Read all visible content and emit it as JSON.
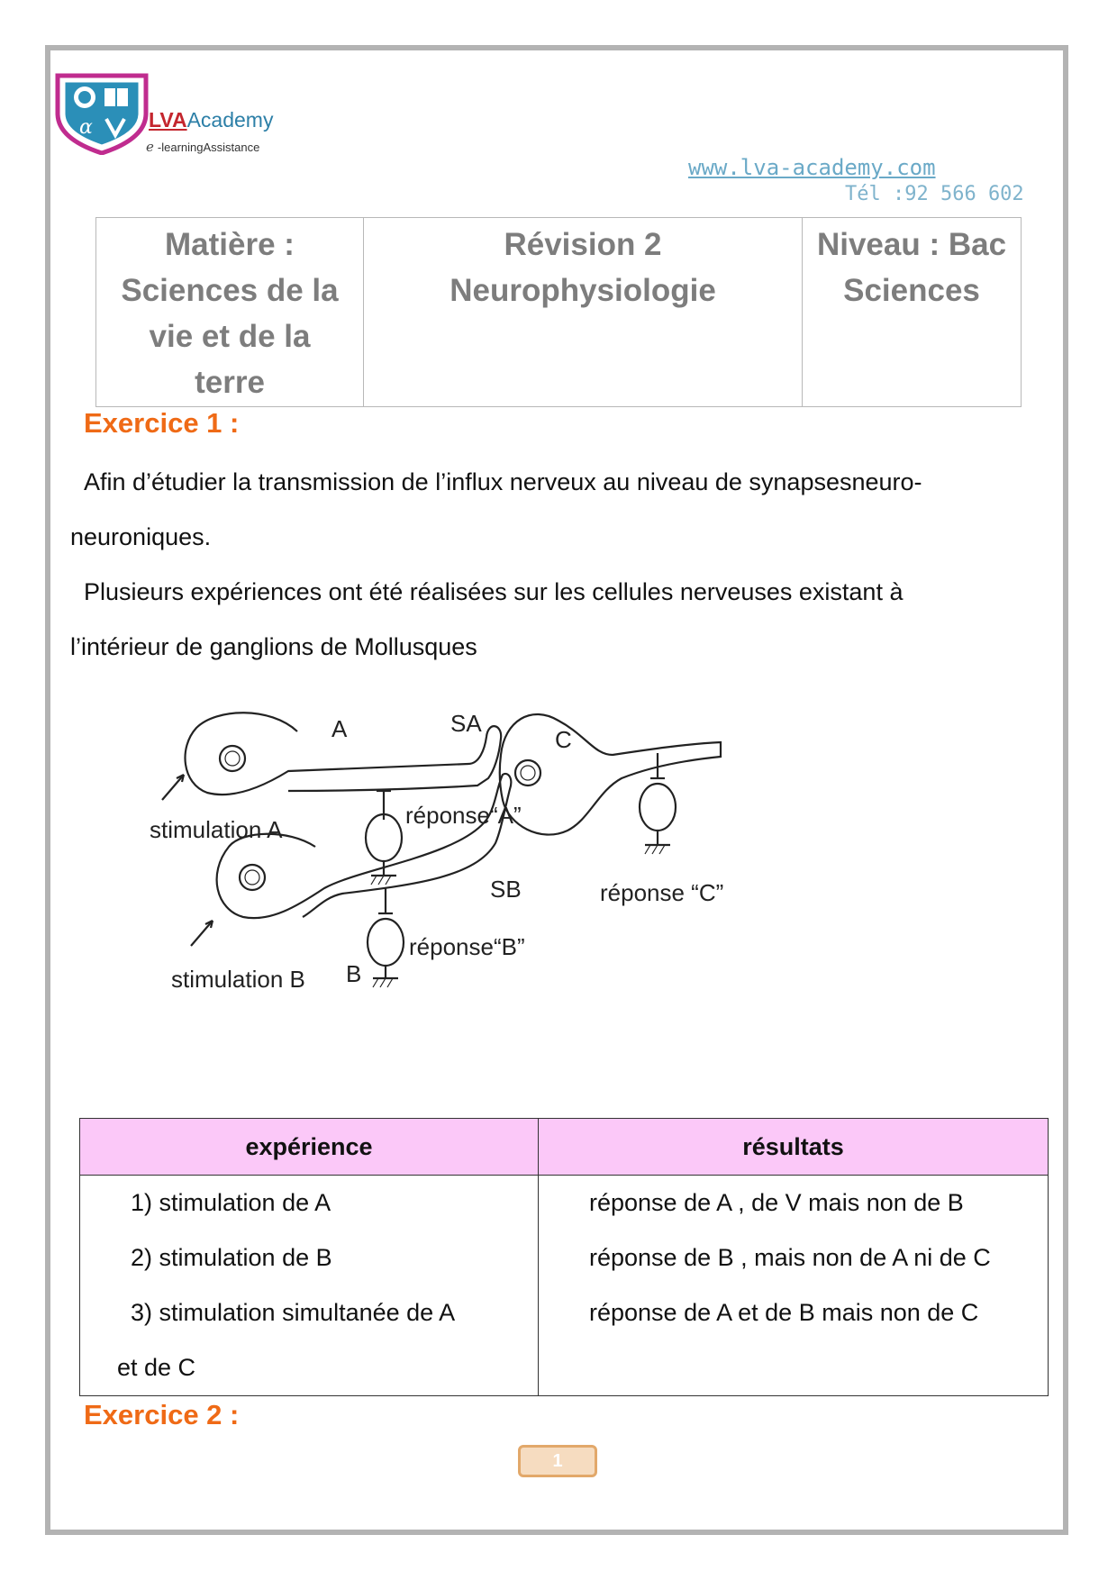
{
  "branding": {
    "brand_prefix": "LVA",
    "brand_suffix": "Academy",
    "tagline_e": "e",
    "tagline": "-learningAssistance",
    "website": "www.lva-academy.com",
    "phone": "Tél :92 566 602",
    "colors": {
      "brand_red": "#c4262e",
      "brand_blue": "#2c7fa7",
      "accent_orange": "#ef6a16",
      "table_header_pink": "#fbc8f8"
    }
  },
  "header": {
    "subject_lines": [
      "Matière :",
      "Sciences de la",
      "vie et de la",
      "terre"
    ],
    "revision_lines": [
      "Révision 2",
      "Neurophysiologie"
    ],
    "level_lines": [
      "Niveau : Bac",
      "Sciences"
    ]
  },
  "exercise1": {
    "title": "Exercice 1 :",
    "paragraph_lines": [
      "Afin d’étudier la transmission de l’influx nerveux au niveau de synapsesneuro-",
      "neuroniques.",
      "Plusieurs expériences ont été réalisées sur les cellules nerveuses existant à",
      "l’intérieur de ganglions de Mollusques"
    ]
  },
  "diagram": {
    "labels": {
      "neuron_a": "A",
      "neuron_b": "B",
      "neuron_c": "C",
      "synapse_a": "SA",
      "synapse_b": "SB",
      "stimulation_a": "stimulation A",
      "stimulation_b": "stimulation B",
      "response_a": "réponse“A”",
      "response_b": "réponse“B”",
      "response_c": "réponse “C”"
    }
  },
  "results_table": {
    "headers": [
      "expérience",
      "résultats"
    ],
    "experience_lines": [
      "1) stimulation de A",
      "2) stimulation de B",
      "3) stimulation simultanée de A",
      "et de C"
    ],
    "result_lines": [
      "réponse de A , de V mais non de B",
      "réponse de B , mais non de A ni de C",
      "réponse de A et de B mais non de C"
    ]
  },
  "exercise2": {
    "title": "Exercice 2 :"
  },
  "page_number": "1"
}
